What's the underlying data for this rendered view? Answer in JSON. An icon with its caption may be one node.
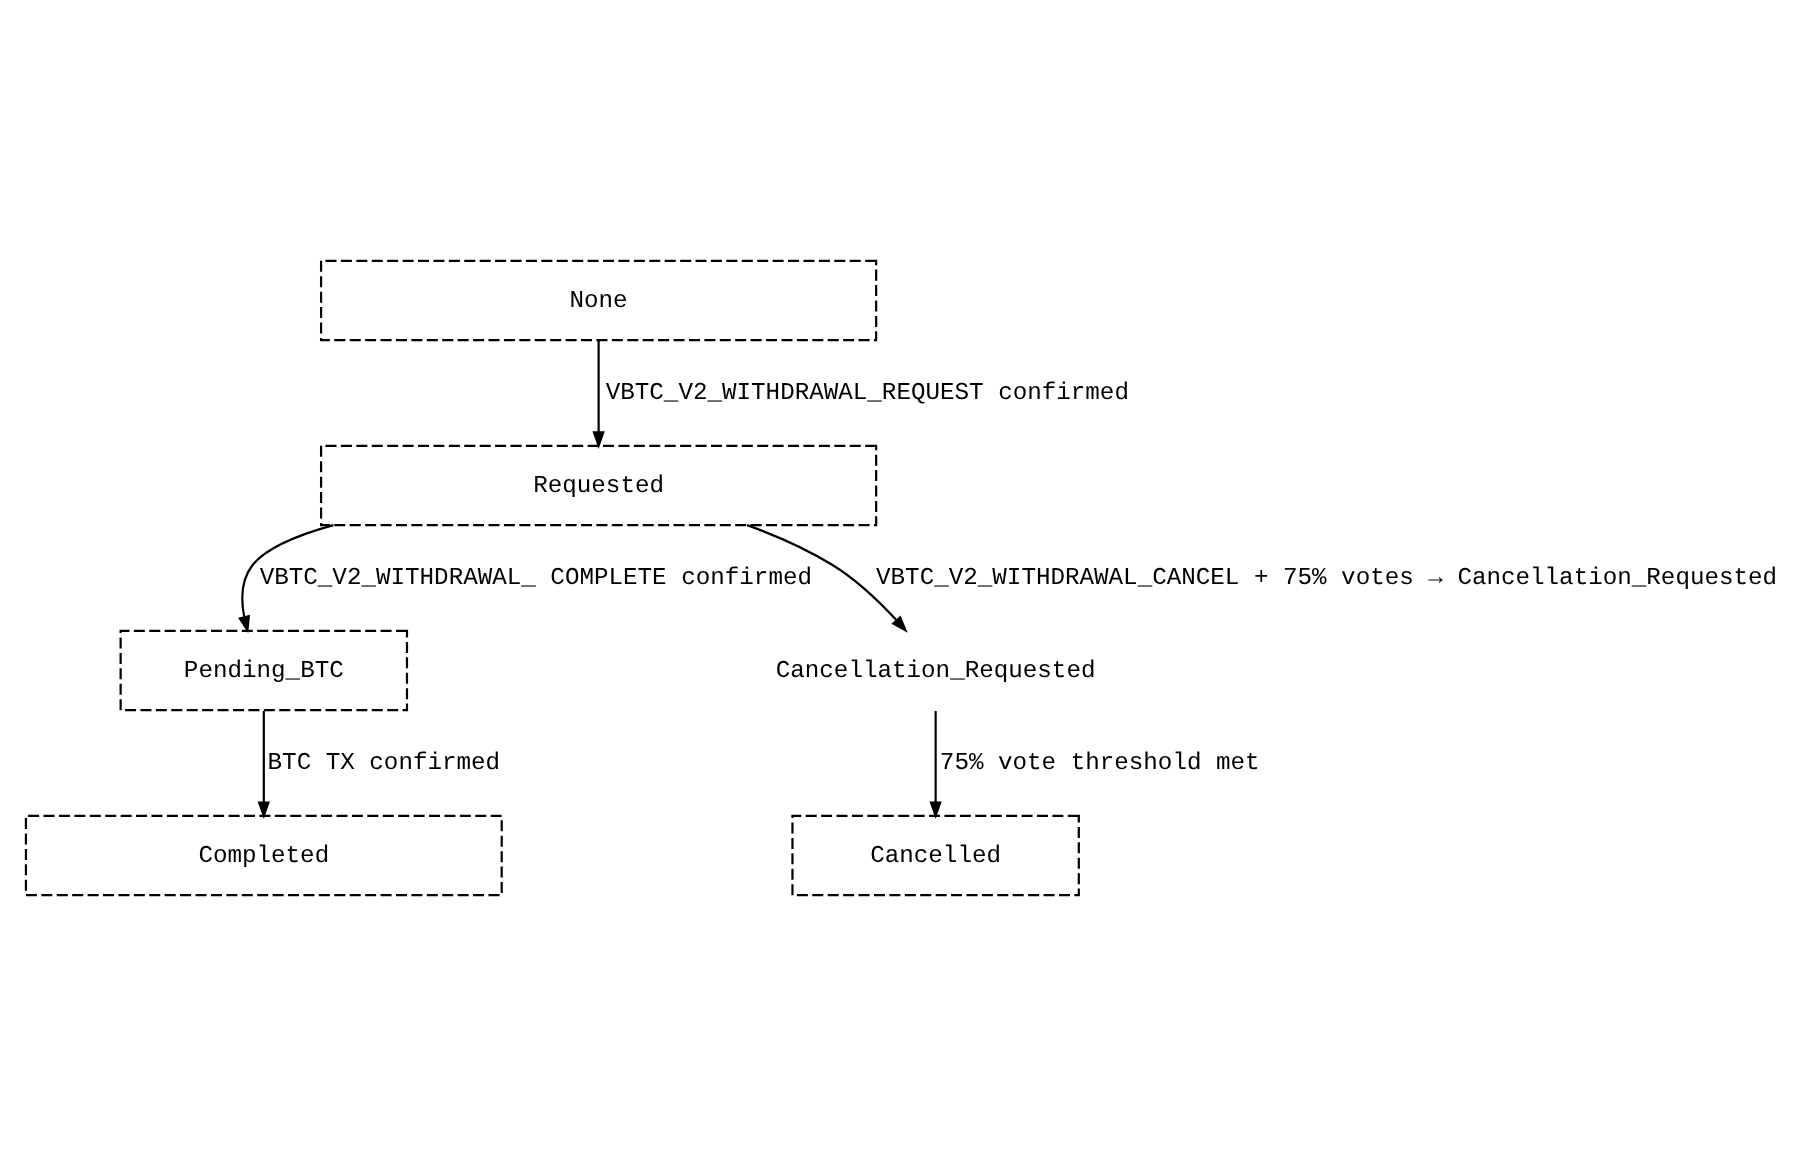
{
  "diagram": {
    "nodes": [
      {
        "text": [
          "None"
        ]
      },
      {
        "text": [
          "Requested"
        ]
      },
      {
        "text": [
          "Pending_BTC"
        ]
      },
      {
        "text": [
          "Cancellation_Requested"
        ]
      },
      {
        "text": [
          "Completed"
        ]
      },
      {
        "text": [
          "Cancelled"
        ]
      }
    ],
    "edges": [
      {
        "from": 0,
        "to": 1,
        "arrow": "to",
        "label": "VBTC_V2_WITHDRAWAL_REQUEST confirmed"
      },
      {
        "from": 1,
        "to": 2,
        "arrow": "to",
        "label": "VBTC_V2_WITHDRAWAL_ COMPLETE confirmed"
      },
      {
        "from": 1,
        "to": 3,
        "arrow": "to",
        "label": "VBTC_V2_WITHDRAWAL_CANCEL + 75% votes → Cancellation_Requested"
      },
      {
        "from": 2,
        "to": 4,
        "arrow": "to",
        "label": "BTC TX confirmed"
      },
      {
        "from": 3,
        "to": 5,
        "arrow": "to",
        "label": "75% vote threshold met"
      }
    ]
  }
}
